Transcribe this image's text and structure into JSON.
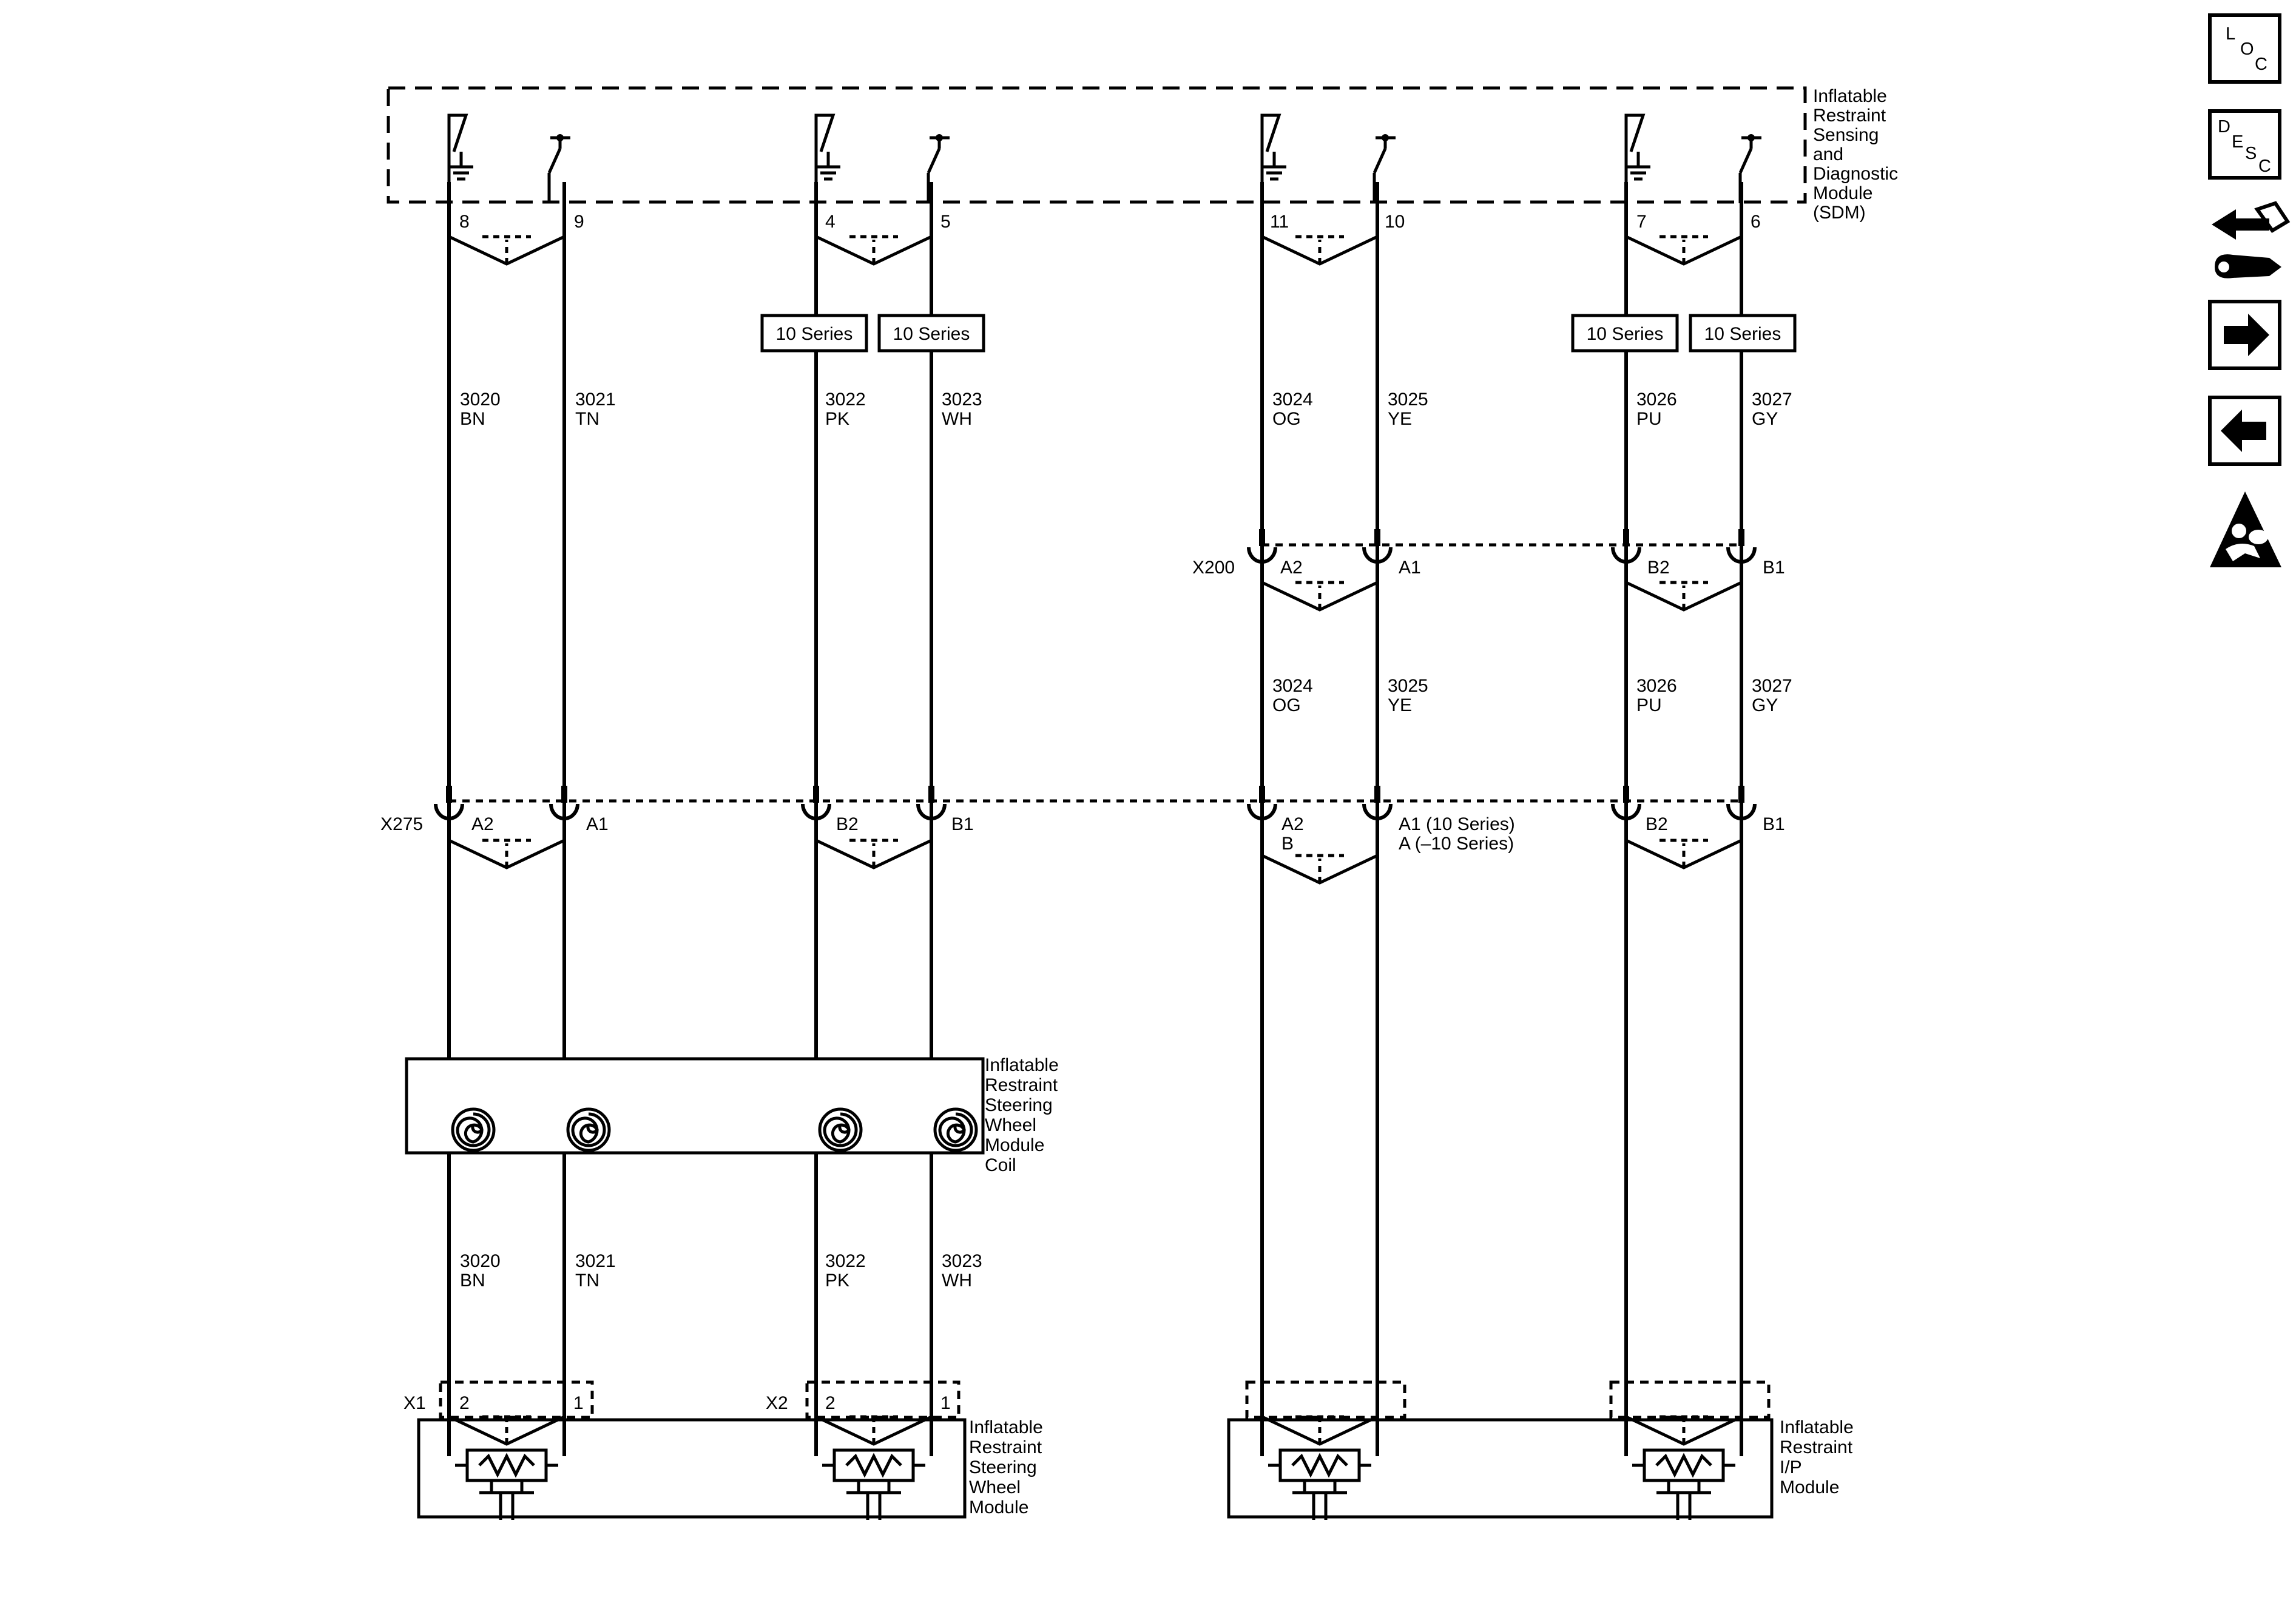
{
  "sdm": {
    "label": [
      "Inflatable",
      "Restraint",
      "Sensing",
      "and",
      "Diagnostic",
      "Module",
      "(SDM)"
    ],
    "pins": [
      "8",
      "9",
      "4",
      "5",
      "11",
      "10",
      "7",
      "6"
    ]
  },
  "series_tag": "10 Series",
  "wires": [
    {
      "circuit": "3020",
      "color": "BN"
    },
    {
      "circuit": "3021",
      "color": "TN"
    },
    {
      "circuit": "3022",
      "color": "PK"
    },
    {
      "circuit": "3023",
      "color": "WH"
    },
    {
      "circuit": "3024",
      "color": "OG"
    },
    {
      "circuit": "3025",
      "color": "YE"
    },
    {
      "circuit": "3026",
      "color": "PU"
    },
    {
      "circuit": "3027",
      "color": "GY"
    }
  ],
  "x200": {
    "name": "X200",
    "pins": [
      "A2",
      "A1",
      "B2",
      "B1"
    ]
  },
  "x275": {
    "name": "X275",
    "pins_left": [
      "A2",
      "A1",
      "B2",
      "B1"
    ],
    "pins_right": [
      "A2",
      "B",
      "A1 (10 Series)",
      "A (–10 Series)",
      "B2",
      "B1"
    ]
  },
  "coil": {
    "label": [
      "Inflatable",
      "Restraint",
      "Steering",
      "Wheel",
      "Module",
      "Coil"
    ]
  },
  "steering_module": {
    "label": [
      "Inflatable",
      "Restraint",
      "Steering",
      "Wheel",
      "Module"
    ],
    "x1": "X1",
    "x2": "X2",
    "pin_a": "2",
    "pin_b": "1"
  },
  "ip_module": {
    "label": [
      "Inflatable",
      "Restraint",
      "I/P",
      "Module"
    ]
  },
  "nav": [
    {
      "name": "loc-icon",
      "l1": "L",
      "l2": "O",
      "l3": "C"
    },
    {
      "name": "desc-icon",
      "l1": "D",
      "l2": "E",
      "l3": "S",
      "l4": "C"
    }
  ]
}
